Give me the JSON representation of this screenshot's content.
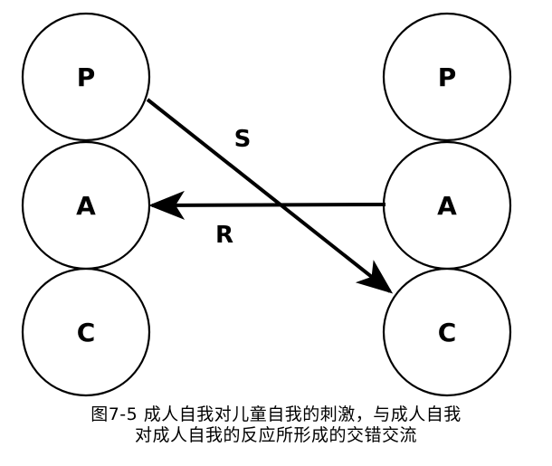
{
  "diagram": {
    "left_person": {
      "states": [
        {
          "label": "P"
        },
        {
          "label": "A"
        },
        {
          "label": "C"
        }
      ]
    },
    "right_person": {
      "states": [
        {
          "label": "P"
        },
        {
          "label": "A"
        },
        {
          "label": "C"
        }
      ]
    },
    "transactions": [
      {
        "label": "S",
        "from": "left_person.P",
        "to": "right_person.C"
      },
      {
        "label": "R",
        "from": "right_person.A",
        "to": "left_person.A"
      }
    ]
  },
  "caption": {
    "line1": "图7-5 成人自我对儿童自我的刺激，与成人自我",
    "line2": "对成人自我的反应所形成的交错交流"
  }
}
